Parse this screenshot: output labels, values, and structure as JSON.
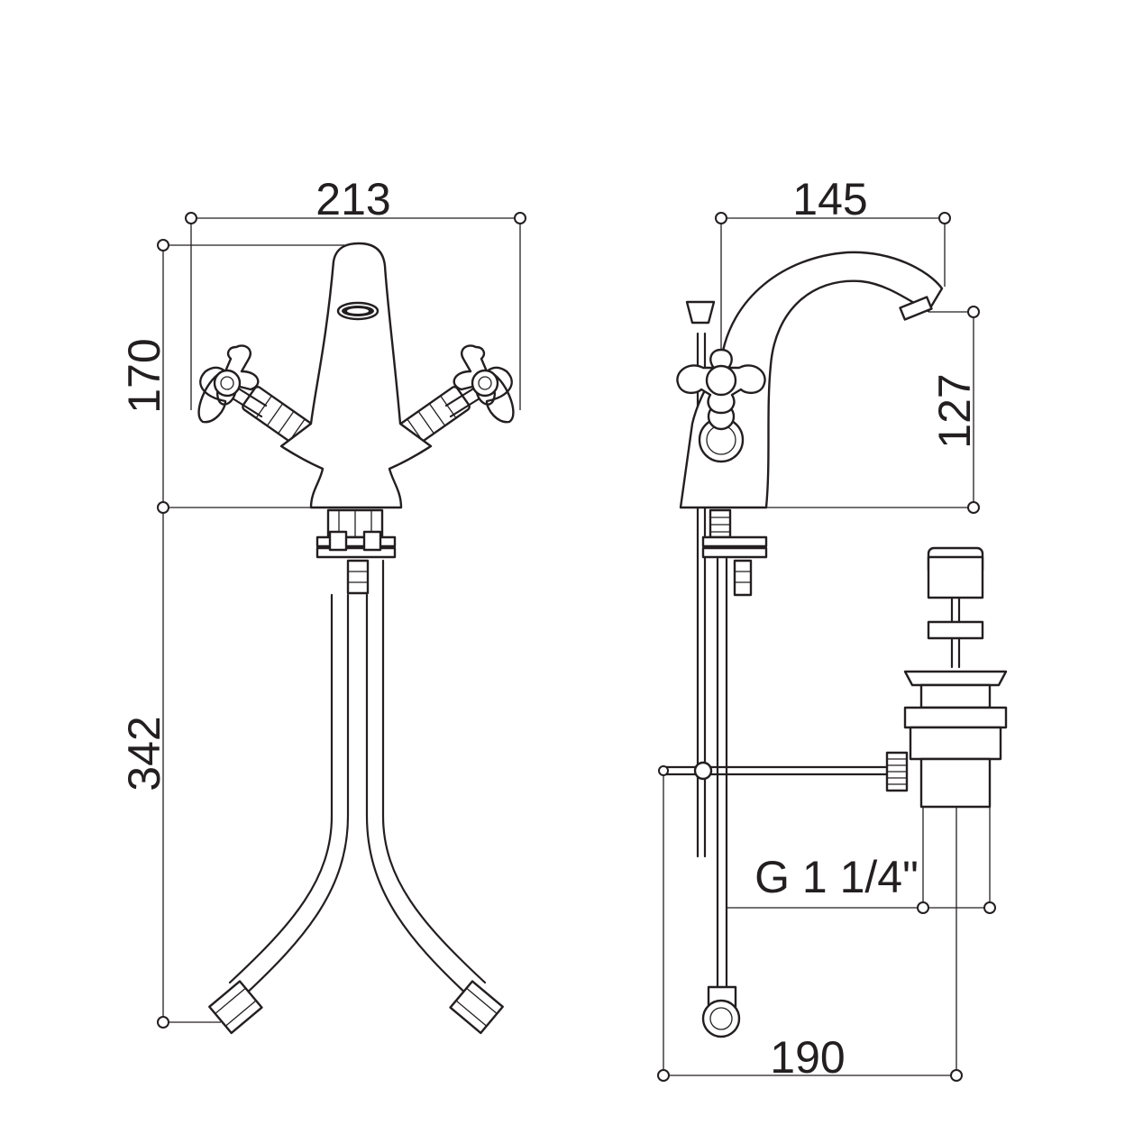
{
  "dimensions": {
    "front_width": "213",
    "front_height_top": "170",
    "front_hose_length": "342",
    "side_width": "145",
    "spout_height": "127",
    "drain_thread": "G 1 1/4\"",
    "waste_reach": "190"
  },
  "colors": {
    "line": "#231f20",
    "background": "#ffffff"
  }
}
